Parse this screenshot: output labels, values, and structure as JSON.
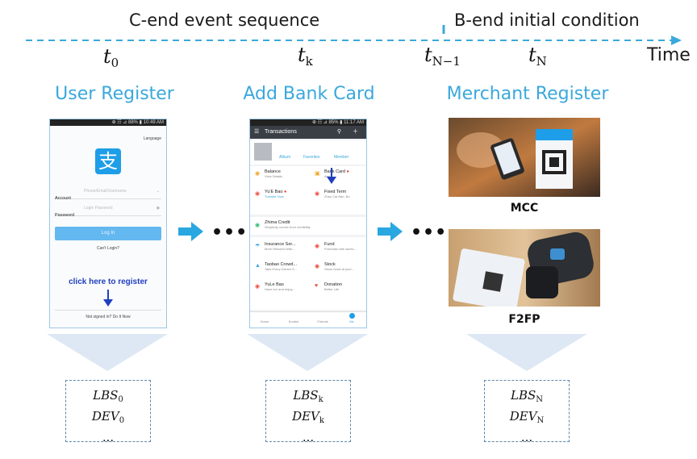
{
  "header": {
    "c_end_label": "C-end event sequence",
    "b_end_label": "B-end initial condition",
    "axis_label": "Time"
  },
  "time_marks": [
    {
      "base": "t",
      "sub": "0"
    },
    {
      "base": "t",
      "sub": "k"
    },
    {
      "base": "t",
      "sub": "N−1"
    },
    {
      "base": "t",
      "sub": "N"
    }
  ],
  "stages": {
    "user_register": "User Register",
    "add_bank_card": "Add Bank Card",
    "merchant_register": "Merchant Register"
  },
  "ellipsis": "•••",
  "phone1": {
    "status": "⊕ ☷ ⊿ 88% ▮ 10:49 AM",
    "language": "Language",
    "logo_char": "支",
    "account_label": "Account",
    "account_placeholder": "Phone/Email/Username",
    "password_label": "Password",
    "password_placeholder": "Login Password",
    "login_button": "Log In",
    "cant_login": "Can't Login?",
    "register_hint": "click here to register",
    "not_signed": "Not signed in? Do It Now"
  },
  "phone2": {
    "status": "⊕ ☷ ⊿ 85% ▮ 11:17 AM",
    "title": "Transactions",
    "profile_chips": [
      "Album",
      "Favorites",
      "Member"
    ],
    "items": [
      {
        "label": "Balance",
        "sub": "View Details"
      },
      {
        "label": "Bank Card",
        "sub": "Add"
      },
      {
        "label": "Yu'E Bao",
        "sub": "Transfer Now"
      },
      {
        "label": "Fixed Term",
        "sub": "Zhao Cai Bao, Bo"
      },
      {
        "label": "Zhima Credit",
        "sub": "Simplicity comes from credibility"
      },
      {
        "label": "Insurance Ser...",
        "sub": "More Relaxed With..."
      },
      {
        "label": "Fund",
        "sub": "Purchase rate saves..."
      },
      {
        "label": "Taobao Crowd...",
        "sub": "Take Every Dream S..."
      },
      {
        "label": "Stock",
        "sub": "Stock news at your..."
      },
      {
        "label": "YuLe Bao",
        "sub": "Have fun and enjoy..."
      },
      {
        "label": "Donation",
        "sub": "Better Life"
      }
    ],
    "nav": [
      "Home",
      "Koubei",
      "Friends",
      "Me"
    ]
  },
  "merchant": {
    "photo1_caption": "MCC",
    "photo2_caption": "F2FP"
  },
  "features": [
    {
      "lines": [
        {
          "base": "LBS",
          "sub": "0"
        },
        {
          "base": "DEV",
          "sub": "0"
        }
      ],
      "more": "..."
    },
    {
      "lines": [
        {
          "base": "LBS",
          "sub": "k"
        },
        {
          "base": "DEV",
          "sub": "k"
        }
      ],
      "more": "..."
    },
    {
      "lines": [
        {
          "base": "LBS",
          "sub": "N"
        },
        {
          "base": "DEV",
          "sub": "N"
        }
      ],
      "more": "..."
    }
  ],
  "colors": {
    "accent": "#3aa8dc",
    "arrow": "#29a7e1",
    "funnel": "#dde8f4",
    "dark_blue_arrow": "#1f3fbf",
    "alipay_blue": "#1e9ee8"
  }
}
